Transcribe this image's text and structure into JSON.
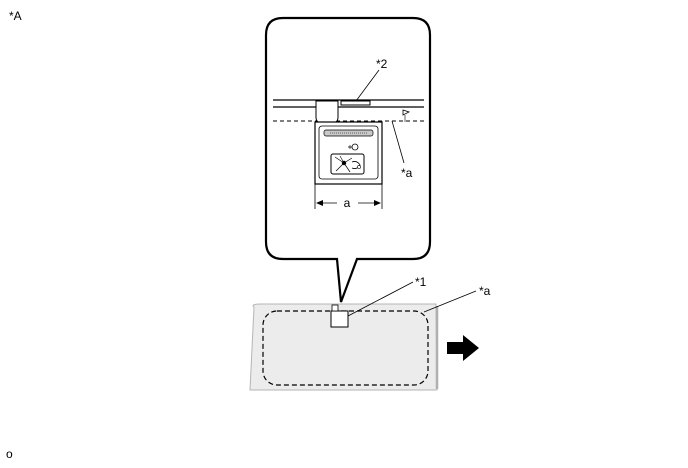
{
  "figure": {
    "view_label": "*A",
    "corner_mark": "o",
    "callouts": {
      "part_1": "*1",
      "part_2": "*2",
      "area_a_detail": "*a",
      "area_a_overview": "*a"
    },
    "dimension_label": "a"
  },
  "colors": {
    "line": "#000000",
    "glass_fill": "#ececec",
    "glass_edge": "#b5b5b5",
    "sticker_bar": "#c8c8c8"
  },
  "icons": {
    "direction": "front-arrow-icon",
    "sticker": "windshield-warning-sticker-icon"
  }
}
